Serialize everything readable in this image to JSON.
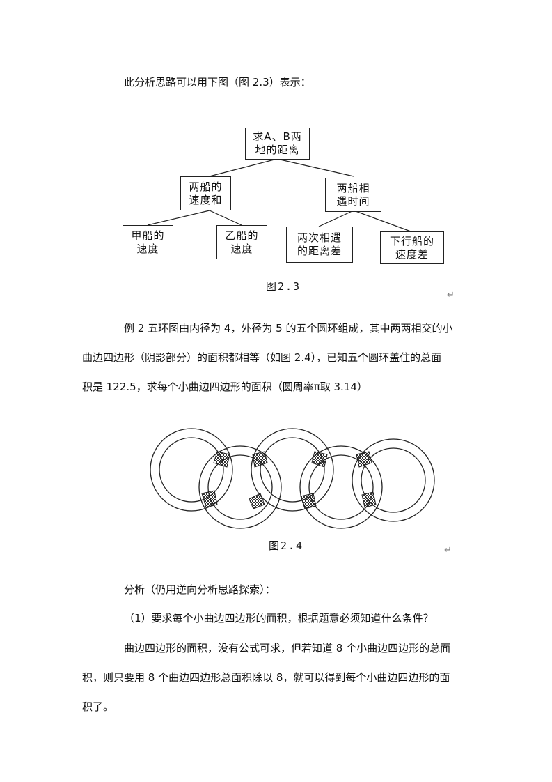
{
  "intro": "此分析思路可以用下图（图 2.3）表示：",
  "tree": {
    "root": "求A、B两\n地的距离",
    "left": "两船的\n速度和",
    "right": "两船相\n遇时间",
    "ll": "甲船的\n速度",
    "lr": "乙船的\n速度",
    "rl": "两次相遇\n的距离差",
    "rr": "下行船的\n速度差",
    "caption": "图2.3"
  },
  "return_mark": "↵",
  "example": {
    "line1": "例 2  五环图由内径为 4，外径为 5 的五个圆环组成，其中两两相交的小",
    "line2": "曲边四边形（阴影部分）的面积都相等（如图 2.4），已知五个圆环盖住的总面",
    "line3": "积是 122.5，求每个小曲边四边形的面积（圆周率π取 3.14）"
  },
  "rings_caption": "图2.4",
  "analysis": {
    "title": "分析（仍用逆向分析思路探索）：",
    "q1": "（1）要求每个小曲边四边形的面积，根据题意必须知道什么条件？",
    "p1": "曲边四边形的面积，没有公式可求，但若知道 8 个小曲边四边形的总面",
    "p2": "积，则只要用 8 个曲边四边形总面积除以 8，就可以得到每个小曲边四边形的面",
    "p3": "积了。"
  }
}
